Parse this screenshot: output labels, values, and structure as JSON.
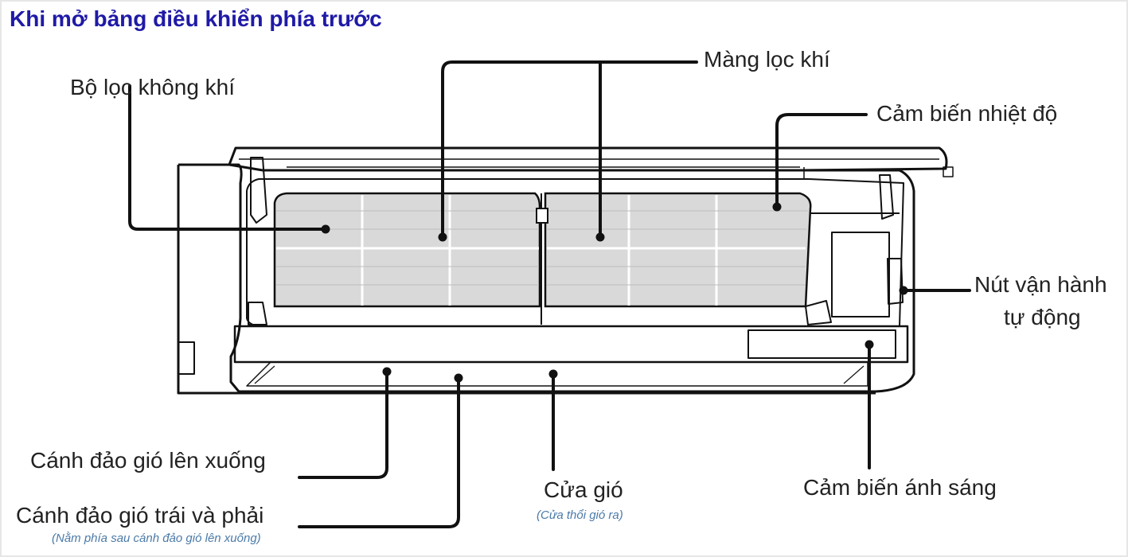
{
  "title": "Khi mở bảng điều khiển phía trước",
  "labels": {
    "air_filter": "Bộ lọc không khí",
    "filter_mesh": "Màng lọc khí",
    "temp_sensor": "Cảm biến nhiệt độ",
    "auto_button_line1": "Nút vận hành",
    "auto_button_line2": "tự động",
    "light_sensor": "Cảm biến ánh sáng",
    "air_outlet": "Cửa gió",
    "air_outlet_note": "(Cửa thổi gió ra)",
    "vertical_flap": "Cánh đảo gió lên xuống",
    "horizontal_flap": "Cánh đảo gió trái và phải",
    "horizontal_flap_note": "(Nằm phía sau cánh đảo gió lên xuống)"
  },
  "colors": {
    "title": "#1f1aa6",
    "label": "#222222",
    "note": "#4a7aa8",
    "outline": "#111111",
    "filter_fill": "#d9d9d9"
  }
}
